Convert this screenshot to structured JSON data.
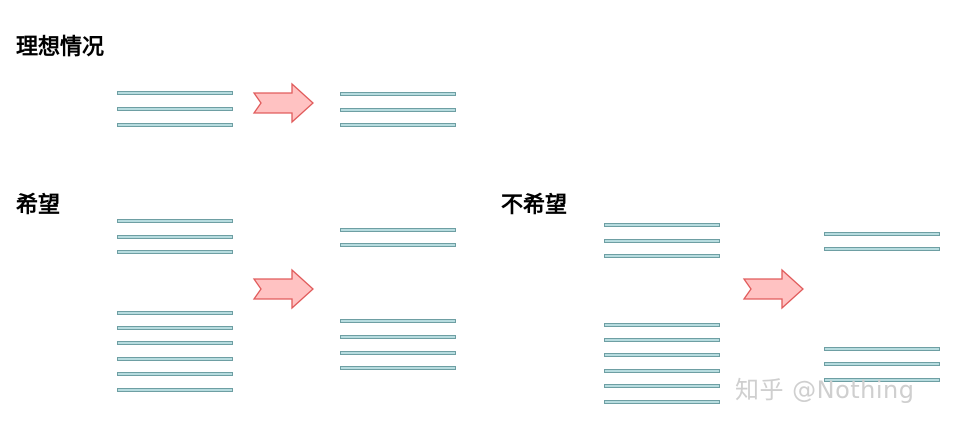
{
  "sections": {
    "ideal": {
      "title": "理想情况"
    },
    "hope": {
      "title": "希望"
    },
    "no_hope": {
      "title": "不希望"
    }
  },
  "watermark": {
    "text": "知乎 @Nothing"
  },
  "colors": {
    "bar_fill": "#b7dcdf",
    "bar_border": "#6e9fa3",
    "arrow_fill": "#ffc2c2",
    "arrow_stroke": "#e05a5a",
    "watermark_text": "#cfcfcf"
  },
  "icons": {
    "arrow": "right-block-arrow-icon"
  }
}
